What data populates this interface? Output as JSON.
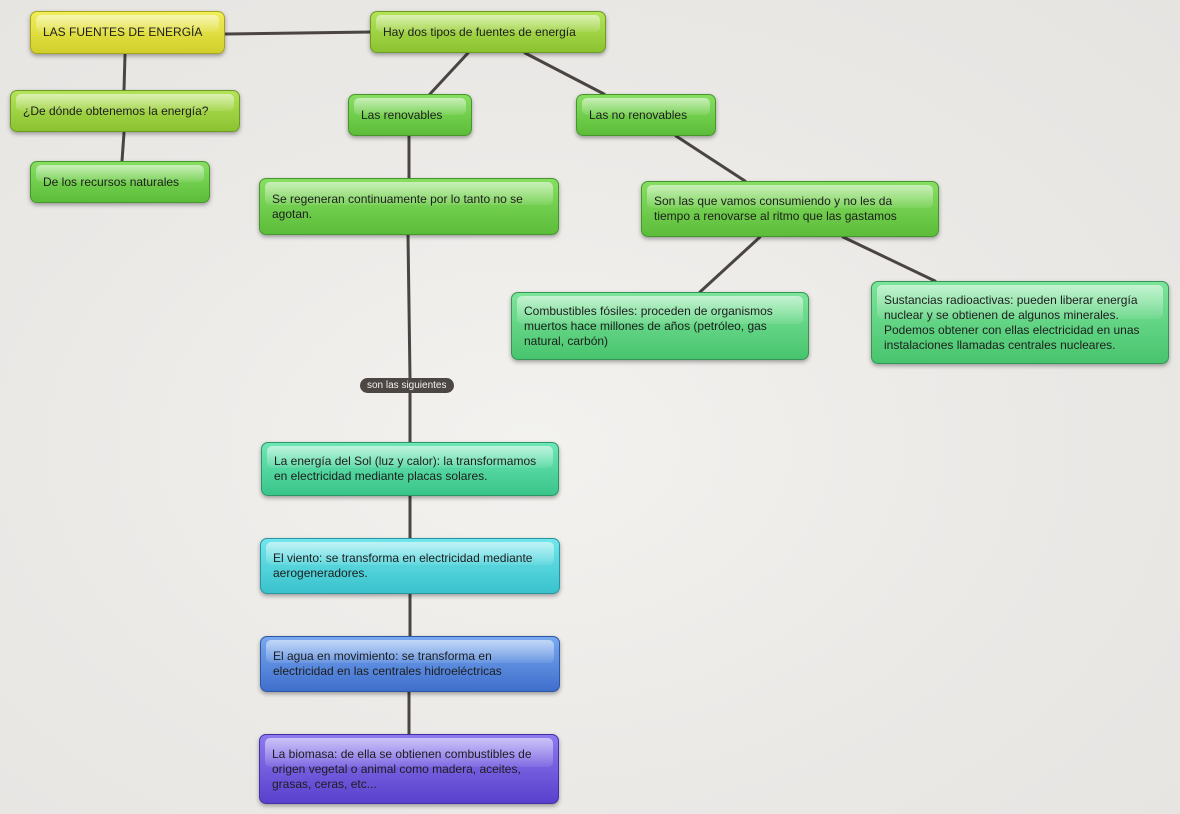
{
  "nodes": {
    "title": "LAS FUENTES DE ENERGÍA",
    "question": "¿De dónde obtenemos la energía?",
    "natural_resources": "De los recursos naturales",
    "two_types": "Hay dos tipos de fuentes de energía",
    "renewables": "Las renovables",
    "non_renewables": "Las no renovables",
    "renewables_desc": "Se regeneran continuamente por lo tanto no se agotan.",
    "non_renewables_desc": "Son las que vamos consumiendo y no les da tiempo a renovarse al ritmo que las gastamos",
    "fossil_fuels": "Combustibles fósiles: proceden de organismos muertos hace millones de años (petróleo, gas natural, carbón)",
    "radioactive": "Sustancias radioactivas: pueden liberar energía nuclear y se obtienen de algunos minerales. Podemos obtener con ellas electricidad en unas instalaciones llamadas centrales nucleares.",
    "sun": "La energía del Sol (luz y calor): la transformamos en electricidad mediante placas solares.",
    "wind": "El viento: se transforma en electricidad mediante aerogeneradores.",
    "water": "El agua en movimiento: se transforma en electricidad en las centrales hidroeléctricas",
    "biomass": "La biomasa: de ella se obtienen combustibles de origen vegetal o animal como madera, aceites, grasas, ceras, etc..."
  },
  "link_label": "son las siguientes",
  "colors": {
    "yellow": "#e4e23f",
    "lime": "#9fd243",
    "green": "#6fcd4a",
    "mint": "#5bd37f",
    "teal": "#4fd39c",
    "cyan": "#50d2da",
    "blue": "#5586dc",
    "purple": "#6f58dc",
    "connector": "#4a4542"
  }
}
